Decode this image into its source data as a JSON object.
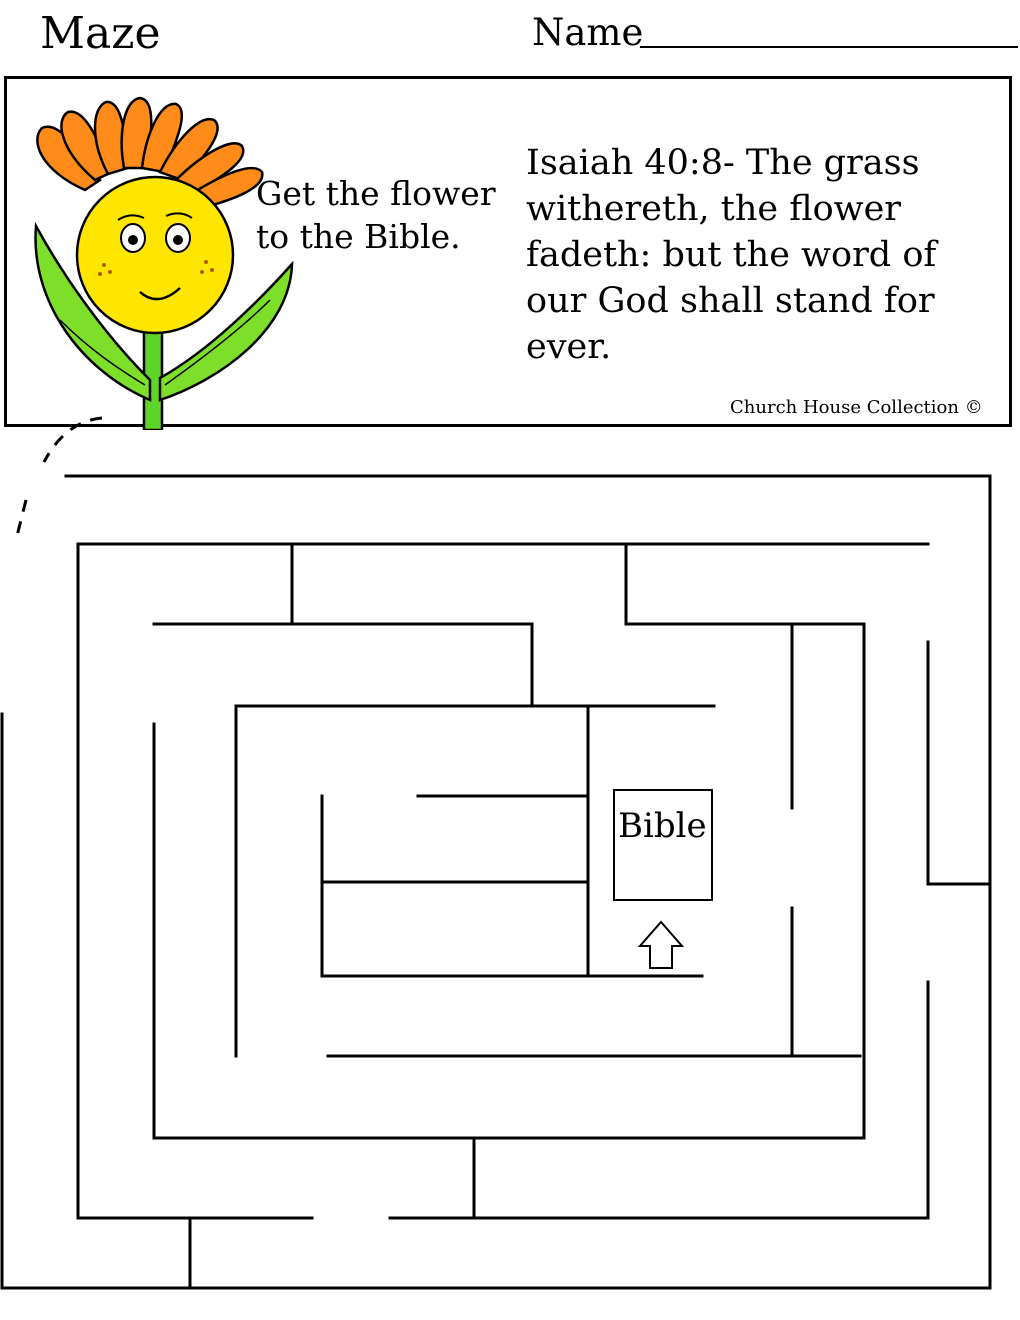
{
  "header": {
    "title": "Maze",
    "name_label": "Name"
  },
  "info_box": {
    "instruction": "Get the flower to the Bible.",
    "verse": "Isaiah 40:8- The grass withereth, the flower fadeth: but the word of our God shall stand for ever.",
    "credit": "Church House Collection ©"
  },
  "maze": {
    "goal_label": "Bible"
  },
  "colors": {
    "petals": "#ff8c1a",
    "flower_face": "#ffe600",
    "leaves": "#7ddf2a",
    "stem": "#5ed629",
    "line": "#000000"
  }
}
